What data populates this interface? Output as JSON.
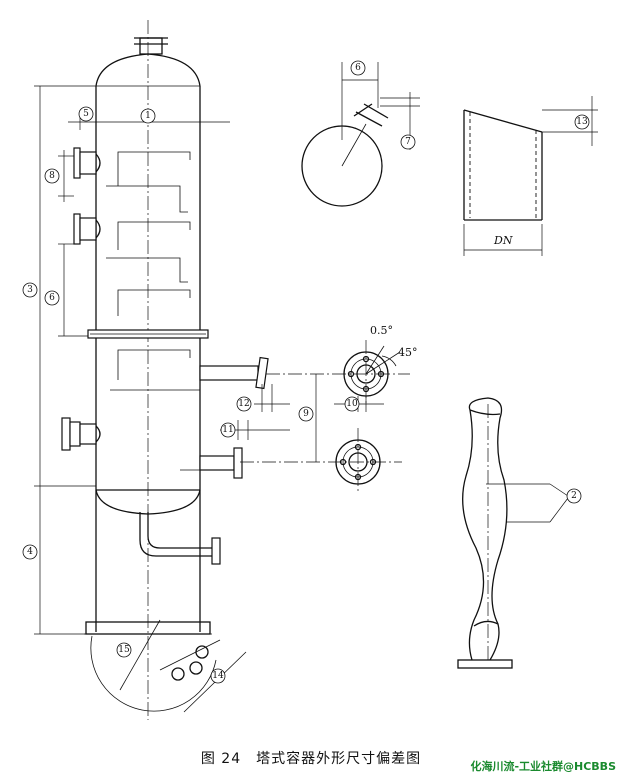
{
  "caption": "图 24　塔式容器外形尺寸偏差图",
  "watermark": "化海川流-工业社群@HCBBS",
  "labels": {
    "dim_1": "1",
    "dim_2": "2",
    "dim_3": "3",
    "dim_4": "4",
    "dim_5": "5",
    "dim_6": "6",
    "dim_7": "7",
    "dim_8": "8",
    "dim_9": "9",
    "dim_10": "10",
    "dim_11": "11",
    "dim_12": "12",
    "dim_13": "13",
    "dim_14": "14",
    "dim_15": "15",
    "dn": "DN",
    "angle_small": "0.5°",
    "angle_45": "45°"
  }
}
